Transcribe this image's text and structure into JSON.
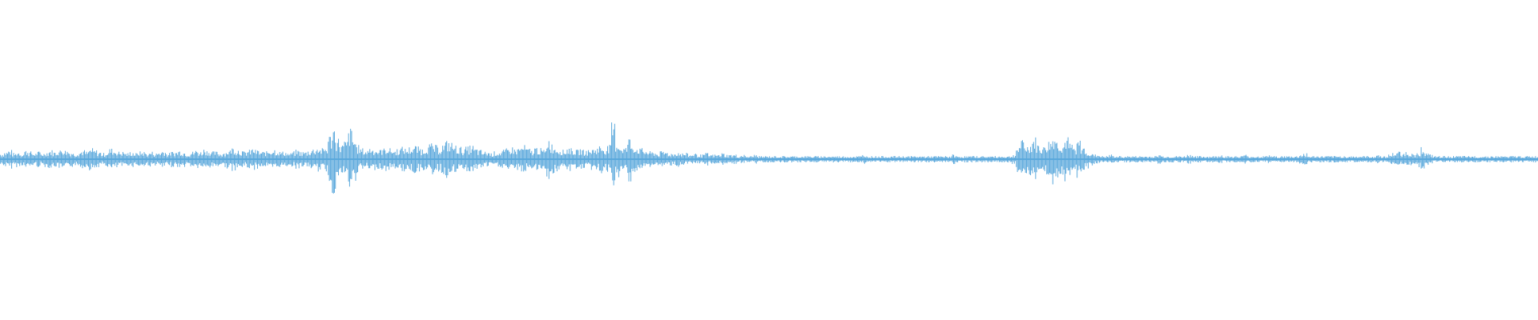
{
  "colors": {
    "waveform": "#5aa8dc",
    "background": "#ffffff"
  },
  "chart_data": {
    "type": "area",
    "x_range": [
      0,
      1
    ],
    "y_range": [
      -1,
      1
    ],
    "grid": false,
    "legend": "none",
    "series": [
      {
        "peaks": [
          0.04,
          0.05,
          0.06,
          0.04,
          0.05,
          0.04,
          0.06,
          0.05,
          0.04,
          0.05,
          0.04,
          0.05,
          0.06,
          0.05,
          0.06,
          0.07,
          0.06,
          0.05,
          0.04,
          0.05,
          0.06,
          0.05,
          0.07,
          0.06,
          0.05,
          0.04,
          0.05,
          0.07,
          0.06,
          0.05,
          0.05,
          0.04,
          0.05,
          0.04,
          0.05,
          0.05,
          0.04,
          0.05,
          0.04,
          0.05,
          0.06,
          0.04,
          0.05,
          0.05,
          0.06,
          0.05,
          0.04,
          0.05,
          0.06,
          0.05,
          0.07,
          0.06,
          0.05,
          0.05,
          0.04,
          0.05,
          0.06,
          0.08,
          0.07,
          0.06,
          0.05,
          0.06,
          0.07,
          0.06,
          0.05,
          0.05,
          0.06,
          0.07,
          0.06,
          0.05,
          0.05,
          0.04,
          0.05,
          0.06,
          0.05,
          0.05,
          0.06,
          0.07,
          0.08,
          0.07,
          0.08,
          0.16,
          0.22,
          0.14,
          0.1,
          0.12,
          0.2,
          0.14,
          0.09,
          0.07,
          0.06,
          0.08,
          0.07,
          0.06,
          0.07,
          0.08,
          0.07,
          0.06,
          0.07,
          0.08,
          0.07,
          0.08,
          0.09,
          0.08,
          0.07,
          0.09,
          0.1,
          0.09,
          0.08,
          0.1,
          0.12,
          0.11,
          0.09,
          0.08,
          0.07,
          0.08,
          0.09,
          0.07,
          0.06,
          0.05,
          0.05,
          0.04,
          0.05,
          0.05,
          0.06,
          0.07,
          0.08,
          0.07,
          0.08,
          0.09,
          0.07,
          0.06,
          0.08,
          0.07,
          0.06,
          0.14,
          0.1,
          0.08,
          0.07,
          0.06,
          0.08,
          0.07,
          0.06,
          0.07,
          0.06,
          0.06,
          0.07,
          0.08,
          0.09,
          0.08,
          0.09,
          0.24,
          0.12,
          0.09,
          0.08,
          0.14,
          0.1,
          0.08,
          0.07,
          0.06,
          0.05,
          0.05,
          0.04,
          0.05,
          0.05,
          0.04,
          0.04,
          0.05,
          0.04,
          0.04,
          0.03,
          0.04,
          0.03,
          0.03,
          0.04,
          0.03,
          0.03,
          0.03,
          0.04,
          0.03,
          0.03,
          0.03,
          0.02,
          0.03,
          0.02,
          0.02,
          0.03,
          0.02,
          0.02,
          0.02,
          0.02,
          0.02,
          0.02,
          0.02,
          0.02,
          0.02,
          0.02,
          0.02,
          0.02,
          0.02,
          0.02,
          0.02,
          0.02,
          0.02,
          0.02,
          0.02,
          0.02,
          0.02,
          0.02,
          0.02,
          0.02,
          0.02,
          0.02,
          0.03,
          0.02,
          0.02,
          0.02,
          0.02,
          0.02,
          0.02,
          0.02,
          0.02,
          0.02,
          0.02,
          0.02,
          0.02,
          0.02,
          0.02,
          0.02,
          0.02,
          0.02,
          0.02,
          0.02,
          0.02,
          0.02,
          0.03,
          0.02,
          0.02,
          0.02,
          0.02,
          0.02,
          0.02,
          0.02,
          0.02,
          0.02,
          0.02,
          0.02,
          0.02,
          0.02,
          0.02,
          0.03,
          0.08,
          0.12,
          0.09,
          0.1,
          0.14,
          0.1,
          0.08,
          0.1,
          0.12,
          0.16,
          0.12,
          0.1,
          0.14,
          0.1,
          0.08,
          0.12,
          0.08,
          0.06,
          0.04,
          0.03,
          0.03,
          0.02,
          0.02,
          0.03,
          0.02,
          0.02,
          0.02,
          0.02,
          0.02,
          0.02,
          0.02,
          0.02,
          0.02,
          0.02,
          0.02,
          0.03,
          0.02,
          0.02,
          0.02,
          0.02,
          0.02,
          0.02,
          0.03,
          0.03,
          0.02,
          0.02,
          0.02,
          0.02,
          0.02,
          0.02,
          0.03,
          0.02,
          0.02,
          0.02,
          0.02,
          0.02,
          0.03,
          0.02,
          0.02,
          0.02,
          0.02,
          0.02,
          0.03,
          0.02,
          0.02,
          0.02,
          0.02,
          0.02,
          0.02,
          0.02,
          0.03,
          0.04,
          0.02,
          0.02,
          0.02,
          0.02,
          0.02,
          0.02,
          0.02,
          0.02,
          0.02,
          0.02,
          0.02,
          0.02,
          0.02,
          0.02,
          0.02,
          0.02,
          0.02,
          0.03,
          0.02,
          0.02,
          0.03,
          0.04,
          0.05,
          0.04,
          0.05,
          0.04,
          0.03,
          0.05,
          0.08,
          0.04,
          0.03,
          0.02,
          0.02,
          0.02,
          0.02,
          0.02,
          0.02,
          0.02,
          0.02,
          0.02,
          0.02,
          0.02,
          0.02,
          0.02,
          0.02,
          0.02,
          0.02,
          0.02,
          0.02,
          0.02,
          0.02,
          0.02,
          0.02,
          0.02,
          0.02,
          0.02,
          0.02
        ]
      }
    ]
  }
}
